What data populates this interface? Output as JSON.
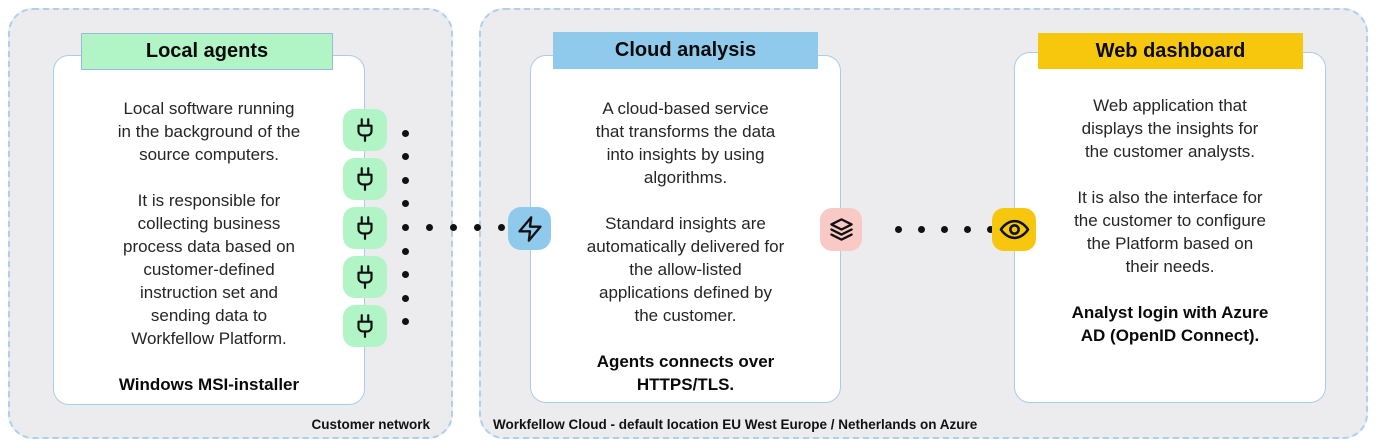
{
  "zones": [
    {
      "label": "Customer network"
    },
    {
      "label": "Workfellow Cloud - default location EU West Europe / Netherlands on Azure"
    }
  ],
  "cards": [
    {
      "title": "Local agents",
      "header_color": "#b1f4c6",
      "paragraphs": [
        {
          "text": "Local software running\nin the background of the\nsource computers.",
          "bold": false
        },
        {
          "text": "It is responsible for\ncollecting business\nprocess data based on\ncustomer-defined\ninstruction set and\nsending data to\nWorkfellow Platform.",
          "bold": false
        },
        {
          "text": "Windows MSI-installer",
          "bold": true
        }
      ]
    },
    {
      "title": "Cloud analysis",
      "header_color": "#8fcaec",
      "paragraphs": [
        {
          "text": "A cloud-based service\nthat transforms the data\ninto insights by using\nalgorithms.",
          "bold": false
        },
        {
          "text": "Standard insights are\nautomatically delivered for\nthe allow-listed\napplications defined by\nthe customer.",
          "bold": false
        },
        {
          "text": "Agents connects over\nHTTPS/TLS.",
          "bold": true
        }
      ]
    },
    {
      "title": "Web dashboard",
      "header_color": "#f7c70e",
      "paragraphs": [
        {
          "text": "Web application that\ndisplays the insights for\nthe customer analysts.",
          "bold": false
        },
        {
          "text": "It is also the interface for\nthe customer to configure\nthe Platform based on\ntheir needs.",
          "bold": false
        },
        {
          "text": "Analyst login with Azure\nAD (OpenID Connect).",
          "bold": true
        }
      ]
    }
  ],
  "icons": {
    "plug": {
      "name": "plug-icon",
      "box_color": "#b1f4c6",
      "count": 5
    },
    "zap": {
      "name": "zap-icon",
      "box_color": "#8fcaec"
    },
    "layers": {
      "name": "layers-icon",
      "box_color": "#f9cac5"
    },
    "eye": {
      "name": "eye-icon",
      "box_color": "#f7c70e"
    }
  },
  "colors": {
    "zone_background": "#ececee",
    "zone_border": "#aed0ea",
    "card_border": "#a9cde8",
    "icon_stroke": "#111111",
    "dot_color": "#111111"
  },
  "connectors": {
    "vertical_dots": 9,
    "left_horizontal_dots": 4,
    "right_horizontal_dots": 5
  }
}
